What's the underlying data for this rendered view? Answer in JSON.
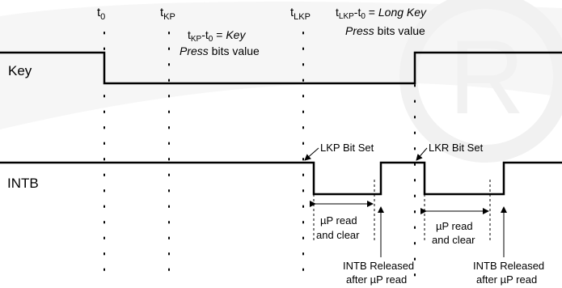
{
  "signals": {
    "key": "Key",
    "intb": "INTB"
  },
  "markers": {
    "t0": {
      "base": "t",
      "sub": "0"
    },
    "tkp": {
      "base": "t",
      "sub": "KP"
    },
    "tlkp": {
      "base": "t",
      "sub": "LKP"
    }
  },
  "notes": {
    "key_press": {
      "t": "t",
      "s1": "KP",
      "dash": "-t",
      "s2": "0",
      "eq": " = ",
      "italic1": "Key",
      "italic2": "Press",
      "rest": " bits value"
    },
    "long_key_press": {
      "t": "t",
      "s1": "LKP",
      "dash": "-t",
      "s2": "0",
      "eq": " = ",
      "italic1": "Long Key",
      "italic2": "Press",
      "rest": " bits value"
    },
    "lkp_bit_set": "LKP Bit Set",
    "lkr_bit_set": "LKR Bit Set",
    "up_read_1": "µP read",
    "and_clear_1": "and clear",
    "up_read_2": "µP read",
    "and_clear_2": "and clear",
    "released_1_line1": "INTB Released",
    "released_1_line2": "after µP read",
    "released_2_line1": "INTB Released",
    "released_2_line2": "after µP read"
  },
  "colors": {
    "waveform": "#000000",
    "watermark": "#f1f1f1"
  }
}
